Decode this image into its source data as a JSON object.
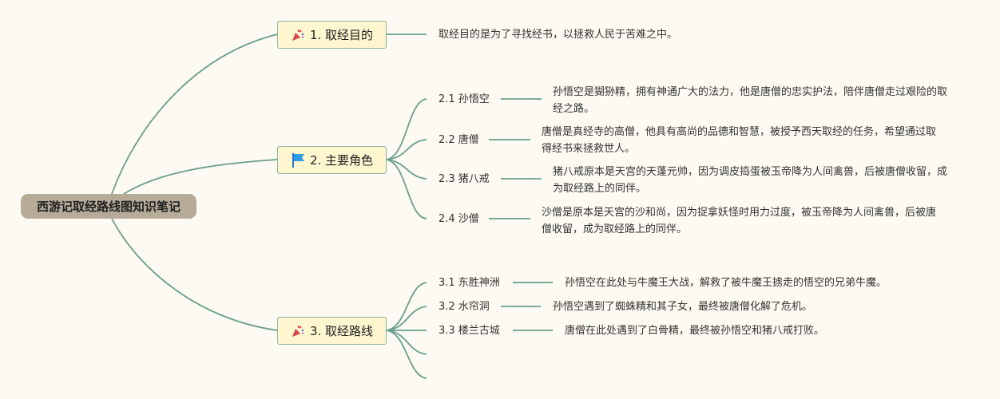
{
  "root": {
    "title": "西游记取经路线图知识笔记"
  },
  "branches": [
    {
      "label": "1. 取经目的",
      "icon": "party-popper-icon",
      "description": "取经目的是为了寻找经书，以拯救人民于苦难之中。"
    },
    {
      "label": "2. 主要角色",
      "icon": "flag-icon",
      "children": [
        {
          "label": "2.1 孙悟空",
          "description": "孙悟空是猢狲精，拥有神通广大的法力，他是唐僧的忠实护法，陪伴唐僧走过艰险的取经之路。"
        },
        {
          "label": "2.2 唐僧",
          "description": "唐僧是真经寺的高僧，他具有高尚的品德和智慧，被授予西天取经的任务，希望通过取得经书来拯救世人。"
        },
        {
          "label": "2.3 猪八戒",
          "description": "猪八戒原本是天宫的天蓬元帅，因为调皮捣蛋被玉帝降为人间禽兽，后被唐僧收留，成为取经路上的同伴。"
        },
        {
          "label": "2.4 沙僧",
          "description": "沙僧是原本是天宫的沙和尚，因为捉拿妖怪时用力过度，被玉帝降为人间禽兽，后被唐僧收留，成为取经路上的同伴。"
        }
      ]
    },
    {
      "label": "3. 取经路线",
      "icon": "party-popper-icon",
      "children": [
        {
          "label": "3.1 东胜神洲",
          "description": "孙悟空在此处与牛魔王大战，解救了被牛魔王掳走的悟空的兄弟牛魔。"
        },
        {
          "label": "3.2 水帘洞",
          "description": "孙悟空遇到了蜘蛛精和其子女，最终被唐僧化解了危机。"
        },
        {
          "label": "3.3 楼兰古城",
          "description": "唐僧在此处遇到了白骨精，最终被孙悟空和猪八戒打败。"
        }
      ]
    }
  ],
  "colors": {
    "connector": "#6a9e8e",
    "root_bg": "#b6ab98",
    "branch_bg": "#fdf6cf",
    "background": "#fcfaf2"
  }
}
